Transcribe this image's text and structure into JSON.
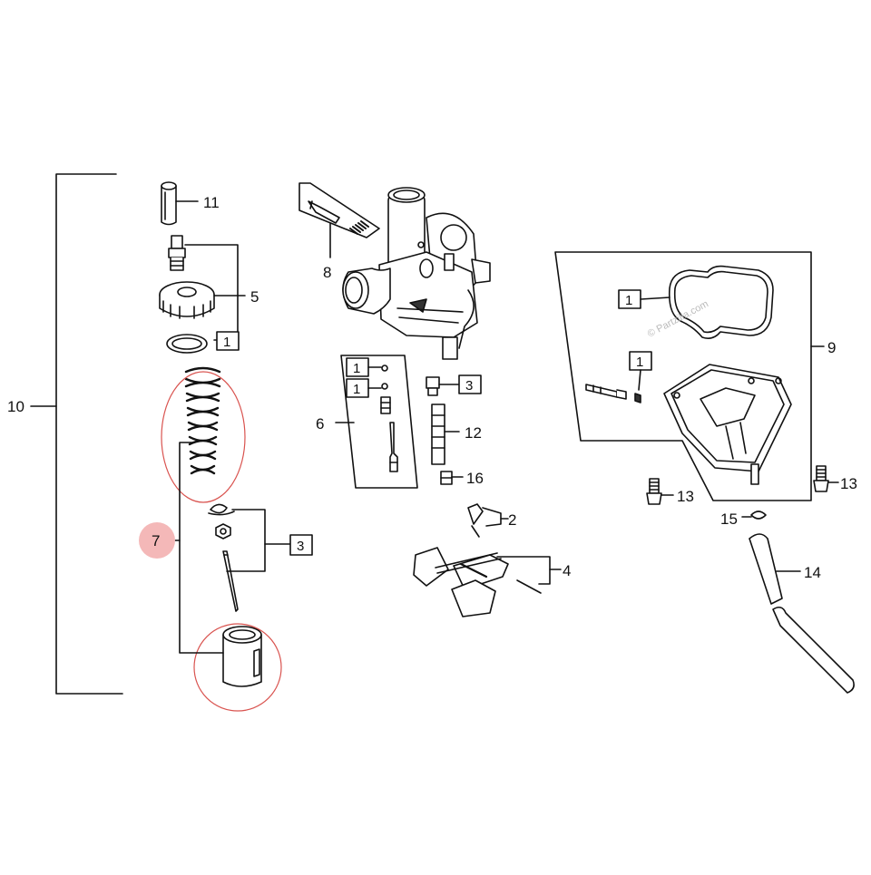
{
  "colors": {
    "ink": "#111111",
    "highlight_circle": "#d9534f",
    "highlight_badge": "#f4b8b8",
    "watermark": "#bbbbbb"
  },
  "callouts": {
    "c1": "1",
    "c2": "2",
    "c3": "3",
    "c4": "4",
    "c5": "5",
    "c6": "6",
    "c7": "7",
    "c8": "8",
    "c9": "9",
    "c10": "10",
    "c11": "11",
    "c12": "12",
    "c13": "13",
    "c14": "14",
    "c15": "15",
    "c16": "16"
  },
  "watermark": {
    "text": "© Partzilla.com"
  },
  "highlighted_part": "7"
}
